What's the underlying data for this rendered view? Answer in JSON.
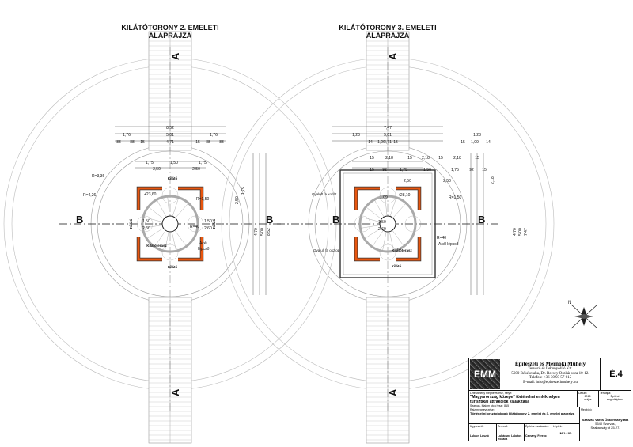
{
  "plan_left": {
    "title_line1": "KILÁTÓTORONY 2. EMELETI",
    "title_line2": "ALAPRAJZA",
    "section_a": "A",
    "section_b": "B",
    "dims_top": [
      "8,52",
      "1,76",
      "5,01",
      "1,76",
      "88",
      "88",
      "15",
      "4,71",
      "15",
      "88",
      "88"
    ],
    "dims_inner": [
      "1,75",
      "1,50",
      "1,75",
      "2,50",
      "2,50"
    ],
    "radius_labels": [
      "R=3,36",
      "R=4,26",
      "R=1,50",
      "R=40"
    ],
    "level": "+23,60",
    "rooms": {
      "top": "Kilátó",
      "bottom": "Kilátó",
      "left": "Kilátó",
      "right": "Kilátó",
      "terrace": "Kilátóterasz",
      "stair": "Acél",
      "stair2": "lépcső"
    },
    "dims_side": [
      "1,50",
      "2,60",
      "1,50",
      "2,60",
      "2,50",
      "1,75",
      "4,70",
      "5,00",
      "8,52"
    ]
  },
  "plan_right": {
    "title_line1": "KILÁTÓTORONY 3. EMELETI",
    "title_line2": "ALAPRAJZA",
    "section_a": "A",
    "section_b": "B",
    "dims_top": [
      "7,47",
      "1,23",
      "5,01",
      "1,23",
      "14",
      "1,09",
      "15",
      "4,71",
      "15",
      "1,09",
      "14"
    ],
    "dims_grid": [
      "15",
      "2,18",
      "15",
      "2,18",
      "15",
      "2,18",
      "15"
    ],
    "dims_inner": [
      "15",
      "92",
      "1,75",
      "1,50",
      "1,75",
      "92",
      "15",
      "2,50",
      "2,50"
    ],
    "radius_labels": [
      "R=1,50",
      "R=40"
    ],
    "level": "+28,10",
    "annotations": [
      "Gyalult fa korlát",
      "Gyalult fa oszlop"
    ],
    "rooms": {
      "terrace": "Kilátóterasz",
      "bottom": "Kilátó",
      "stair": "Acél lépcső"
    },
    "dims_side": [
      "1,09",
      "1,50",
      "2,60",
      "2,18",
      "4,70",
      "5,00",
      "7,47"
    ]
  },
  "north_label": "N",
  "title_block": {
    "logo": "EMM",
    "firm_name": "Építészeti és Mérnöki Műhely",
    "firm_lines": [
      "Tervező és Lebonyolító Kft.",
      "5600 Békéscsaba, Dr. Becsey Oszkár utca 10-12.",
      "Telefon: +36 30 93 57 615",
      "E-mail: info@epiteszetimuhely.hu"
    ],
    "sheet_no": "É.4",
    "project_caption": "Létesítmény megnevezése, helye:",
    "project_name_1": "\"Magyarország közepe\" történelmi emlékhelyen",
    "project_name_2": "turisztikai attrakciók kialakítása",
    "project_place": "Szarvas, Malom utca hrsz.: 815",
    "date_label": "Dátum:",
    "date_value_1": "2012.",
    "date_value_2": "május",
    "phase_label": "Tervfajta:",
    "phase_value_1": "Építési",
    "phase_value_2": "engedélyterv",
    "drawing_caption": "Rajz megnevezése:",
    "drawing_name": "Történelmi országlobogó kilátótorony 2. emelet és 3. emelet alaprajza",
    "client_label": "Megbízó:",
    "client_lines": [
      "Szarvas Város Önkormányzata",
      "5540 Szarvas,",
      "Szabadság út 25-27."
    ],
    "row_labels": [
      "Ügyvezető:",
      "Tervező:",
      "Építész munkatárs:",
      "Lépték:"
    ],
    "row_values": [
      "Lukács László",
      "Lukácsné Lakatos Rozália",
      "Czinanyi Ferenc",
      "M 1:100"
    ]
  }
}
